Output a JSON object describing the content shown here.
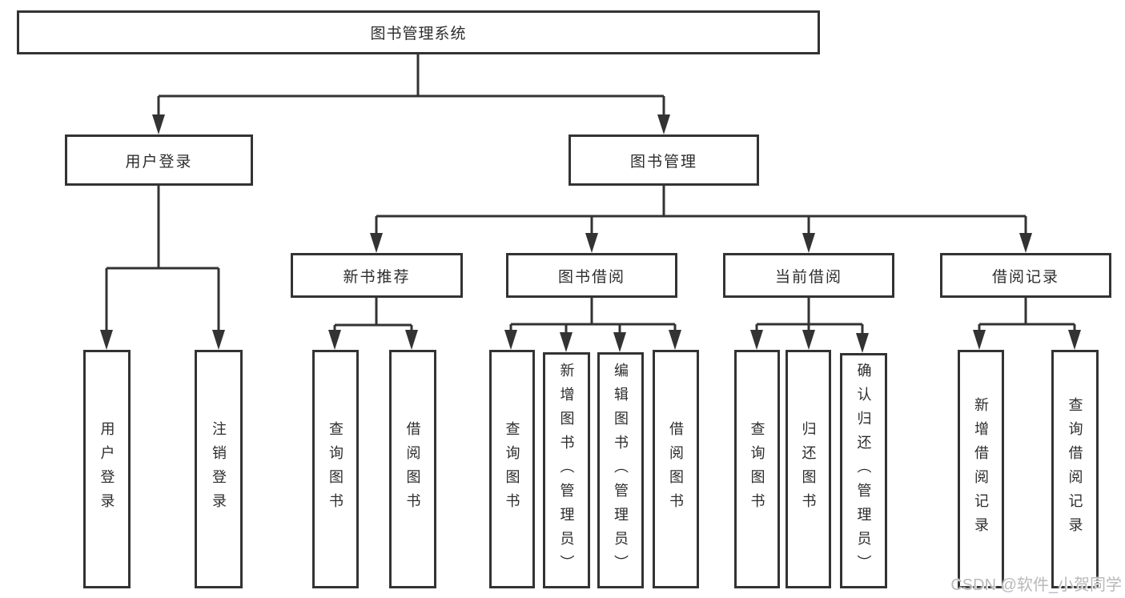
{
  "diagram": {
    "title": "图书管理系统",
    "branches": [
      {
        "label": "用户登录",
        "children": [
          {
            "label": "用户登录"
          },
          {
            "label": "注销登录"
          }
        ]
      },
      {
        "label": "图书管理",
        "children": [
          {
            "label": "新书推荐",
            "children": [
              {
                "label": "查询图书"
              },
              {
                "label": "借阅图书"
              }
            ]
          },
          {
            "label": "图书借阅",
            "children": [
              {
                "label": "查询图书"
              },
              {
                "label": "新增图书（管理员）"
              },
              {
                "label": "编辑图书（管理员）"
              },
              {
                "label": "借阅图书"
              }
            ]
          },
          {
            "label": "当前借阅",
            "children": [
              {
                "label": "查询图书"
              },
              {
                "label": "归还图书"
              },
              {
                "label": "确认归还（管理员）"
              }
            ]
          },
          {
            "label": "借阅记录",
            "children": [
              {
                "label": "新增借阅记录"
              },
              {
                "label": "查询借阅记录"
              }
            ]
          }
        ]
      }
    ]
  },
  "style": {
    "line_color": "#333333",
    "box_border_color": "#333333",
    "text_color": "#2d2d2d",
    "watermark_color": "#b9b9b9"
  },
  "watermark": {
    "text": "CSDN @软件_小贺同学"
  }
}
